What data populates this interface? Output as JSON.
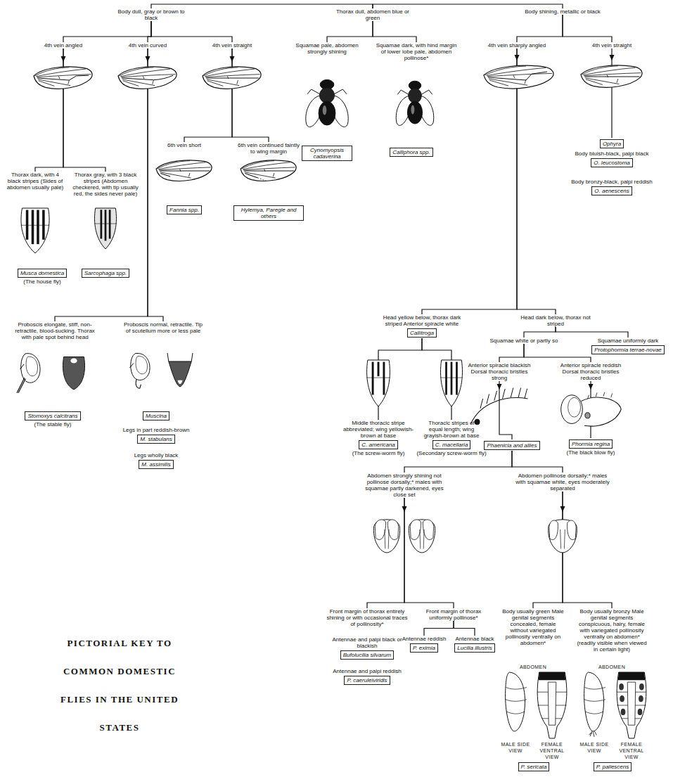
{
  "diagram": {
    "title": "PICTORIAL KEY TO COMMON DOMESTIC FLIES IN THE UNITED STATES",
    "nodes": [
      {
        "text": [
          "Body dull, gray or brown to black"
        ]
      },
      {
        "text": [
          "Thorax dull, abdomen blue or green"
        ]
      },
      {
        "text": [
          "Body shining, metallic or black"
        ]
      },
      {
        "text": [
          "4th vein angled"
        ]
      },
      {
        "text": [
          "4th vein curved"
        ]
      },
      {
        "text": [
          "4th vein straight"
        ]
      },
      {
        "text": [
          "Squamae pale, abdomen strongly shining"
        ]
      },
      {
        "text": [
          "Squamae dark, with hind margin of lower lobe pale, abdomen pollinose*"
        ]
      },
      {
        "text": [
          "4th vein sharply angled"
        ]
      },
      {
        "text": [
          "4th vein straight"
        ]
      },
      {
        "text": [
          "Ophyra"
        ]
      },
      {
        "text": [
          "Body bluish-black, palpi black",
          "O. leucostoma"
        ]
      },
      {
        "text": [
          "Body bronzy-black, palpi reddish",
          "O. aenescens"
        ]
      },
      {
        "text": [
          "6th vein short"
        ]
      },
      {
        "text": [
          "6th vein continued faintly to wing margin"
        ]
      },
      {
        "text": [
          "Cynomyopsis cadaverina"
        ]
      },
      {
        "text": [
          "Calliphora spp."
        ]
      },
      {
        "text": [
          "Thorax dark, with 4 black stripes (Sides of abdomen usually pale)"
        ]
      },
      {
        "text": [
          "Thorax gray, with 3 black stripes (Abdomen checkered, with tip usually red, the sides never pale)"
        ]
      },
      {
        "text": [
          "Fannia spp."
        ]
      },
      {
        "text": [
          "Hylemya, Paregle and others"
        ]
      },
      {
        "text": [
          "Musca domestica",
          "(The house fly)"
        ]
      },
      {
        "text": [
          "Sarcophaga spp."
        ]
      },
      {
        "text": [
          "Head yellow below, thorax dark striped Anterior spiracle white",
          "Callitroga"
        ]
      },
      {
        "text": [
          "Head dark below, thorax not striped"
        ]
      },
      {
        "text": [
          "Proboscis elongate, stiff, non-retractile, blood-sucking. Thorax with pale spot behind head"
        ]
      },
      {
        "text": [
          "Proboscis normal, retractile. Tip of scutellum more or less pale"
        ]
      },
      {
        "text": [
          "Squamae white or partly so"
        ]
      },
      {
        "text": [
          "Squamae uniformly dark",
          "Protophormia terrae-novae"
        ]
      },
      {
        "text": [
          "Anterior spiracle blackish Dorsal thoracic bristles strong"
        ]
      },
      {
        "text": [
          "Anterior spiracle reddish Dorsal thoracic bristles reduced"
        ]
      },
      {
        "text": [
          "Stomoxys calcitrans",
          "(The stable fly)"
        ]
      },
      {
        "text": [
          "Muscina"
        ]
      },
      {
        "text": [
          "Legs in part reddish-brown",
          "M. stabulans"
        ]
      },
      {
        "text": [
          "Legs wholly black",
          "M. assimilis"
        ]
      },
      {
        "text": [
          "Middle thoracic stripe abbreviated; wing yellowish-brown at base",
          "C. americana",
          "(The screw-worm fly)"
        ]
      },
      {
        "text": [
          "Thoracic stripes of equal length; wing grayish-brown at base",
          "C. macellaria",
          "(Secondary screw-worm fly)"
        ]
      },
      {
        "text": [
          "Phaenicia and allies"
        ]
      },
      {
        "text": [
          "Phormia regina",
          "(The black blow fly)"
        ]
      },
      {
        "text": [
          "Abdomen strongly shining not pollinose dorsally;* males with squamae partly darkened, eyes close set"
        ]
      },
      {
        "text": [
          "Abdomen pollinose dorsally;* males with squamae white, eyes moderately separated"
        ]
      },
      {
        "text": [
          "Front margin of thorax entirely shining or with occasional traces of pollinosity*"
        ]
      },
      {
        "text": [
          "Front margin of thorax uniformly pollinose*"
        ]
      },
      {
        "text": [
          "Body usually green Male genital segments concealed, female without variegated pollinosity ventrally on abdomen*"
        ]
      },
      {
        "text": [
          "Body usually bronzy Male genital segments conspicuous, hairy, female with variegated pollinosity ventrally on abdomen* (readily visible when viewed in certain light)"
        ]
      },
      {
        "text": [
          "Antennae reddish",
          "P. eximia"
        ]
      },
      {
        "text": [
          "Antennae black",
          "Lucilia illustris"
        ]
      },
      {
        "text": [
          "Antennae and palpi black or blackish",
          "Bufolucilia silvarum"
        ]
      },
      {
        "text": [
          "Antennae and palpi reddish",
          "P. caeruleiviridis"
        ]
      },
      {
        "text": [
          "P. sericata"
        ]
      },
      {
        "text": [
          "P. pallescens"
        ]
      }
    ],
    "edges": [
      {
        "from": 0,
        "to": 1,
        "arrow": "none"
      },
      {
        "from": 1,
        "to": 2,
        "arrow": "none"
      },
      {
        "from": 0,
        "to": 3,
        "arrow": "none"
      },
      {
        "from": 0,
        "to": 4,
        "arrow": "none"
      },
      {
        "from": 0,
        "to": 5,
        "arrow": "none"
      },
      {
        "from": 1,
        "to": 6,
        "arrow": "none"
      },
      {
        "from": 1,
        "to": 7,
        "arrow": "none"
      },
      {
        "from": 2,
        "to": 8,
        "arrow": "none"
      },
      {
        "from": 2,
        "to": 9,
        "arrow": "none"
      },
      {
        "from": 9,
        "to": 10,
        "arrow": "none"
      },
      {
        "from": 5,
        "to": 13,
        "arrow": "none"
      },
      {
        "from": 5,
        "to": 14,
        "arrow": "none"
      },
      {
        "from": 3,
        "to": 17,
        "arrow": "none"
      },
      {
        "from": 3,
        "to": 18,
        "arrow": "none"
      },
      {
        "from": 8,
        "to": 23,
        "arrow": "none"
      },
      {
        "from": 8,
        "to": 24,
        "arrow": "none"
      },
      {
        "from": 4,
        "to": 25,
        "arrow": "none"
      },
      {
        "from": 4,
        "to": 26,
        "arrow": "none"
      },
      {
        "from": 24,
        "to": 27,
        "arrow": "none"
      },
      {
        "from": 24,
        "to": 28,
        "arrow": "none"
      },
      {
        "from": 23,
        "to": 35,
        "arrow": "none"
      },
      {
        "from": 23,
        "to": 36,
        "arrow": "none"
      },
      {
        "from": 27,
        "to": 29,
        "arrow": "none"
      },
      {
        "from": 27,
        "to": 30,
        "arrow": "none"
      },
      {
        "from": 29,
        "to": 37,
        "arrow": "none"
      },
      {
        "from": 30,
        "to": 38,
        "arrow": "none"
      },
      {
        "from": 37,
        "to": 39,
        "arrow": "none"
      },
      {
        "from": 37,
        "to": 40,
        "arrow": "none"
      },
      {
        "from": 39,
        "to": 41,
        "arrow": "none"
      },
      {
        "from": 39,
        "to": 42,
        "arrow": "none"
      },
      {
        "from": 40,
        "to": 43,
        "arrow": "none"
      },
      {
        "from": 40,
        "to": 44,
        "arrow": "none"
      },
      {
        "from": 42,
        "to": 45,
        "arrow": "none"
      },
      {
        "from": 42,
        "to": 46,
        "arrow": "none"
      }
    ],
    "labels": [
      "ABDOMEN",
      "ABDOMEN",
      "MALE SIDE VIEW",
      "FEMALE VENTRAL VIEW",
      "MALE SIDE VIEW",
      "FEMALE VENTRAL VIEW"
    ]
  }
}
